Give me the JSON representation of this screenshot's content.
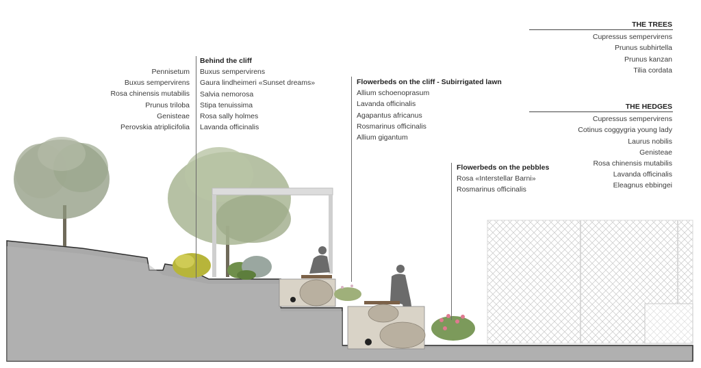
{
  "left_list": [
    "Pennisetum",
    "Buxus sempervirens",
    "Rosa chinensis mutabilis",
    "Prunus triloba",
    "Genisteae",
    "Perovskia atriplicifolia"
  ],
  "behind_cliff": {
    "title": "Behind the cliff",
    "items": [
      "Buxus sempervirens",
      "Gaura lindheimeri «Sunset dreams»",
      "Salvia nemorosa",
      "Stipa tenuissima",
      "Rosa sally holmes",
      "Lavanda officinalis"
    ]
  },
  "flowerbeds_cliff": {
    "title": "Flowerbeds on the cliff - Subirrigated lawn",
    "items": [
      "Allium schoenoprasum",
      "Lavanda officinalis",
      "Agapantus africanus",
      "Rosmarinus officinalis",
      "Allium gigantum"
    ]
  },
  "flowerbeds_pebbles": {
    "title": "Flowerbeds on the pebbles",
    "items": [
      "Rosa «Interstellar Barni»",
      "Rosmarinus officinalis"
    ]
  },
  "trees": {
    "title": "THE TREES",
    "items": [
      "Cupressus sempervirens",
      "Prunus subhirtella",
      "Prunus kanzan",
      "Tilia cordata"
    ]
  },
  "hedges": {
    "title": "THE HEDGES",
    "items": [
      "Cupressus sempervirens",
      "Cotinus coggygria young lady",
      "Laurus nobilis",
      "Genisteae",
      "Rosa chinensis mutabilis",
      "Lavanda officinalis",
      "Eleagnus ebbingei"
    ]
  }
}
